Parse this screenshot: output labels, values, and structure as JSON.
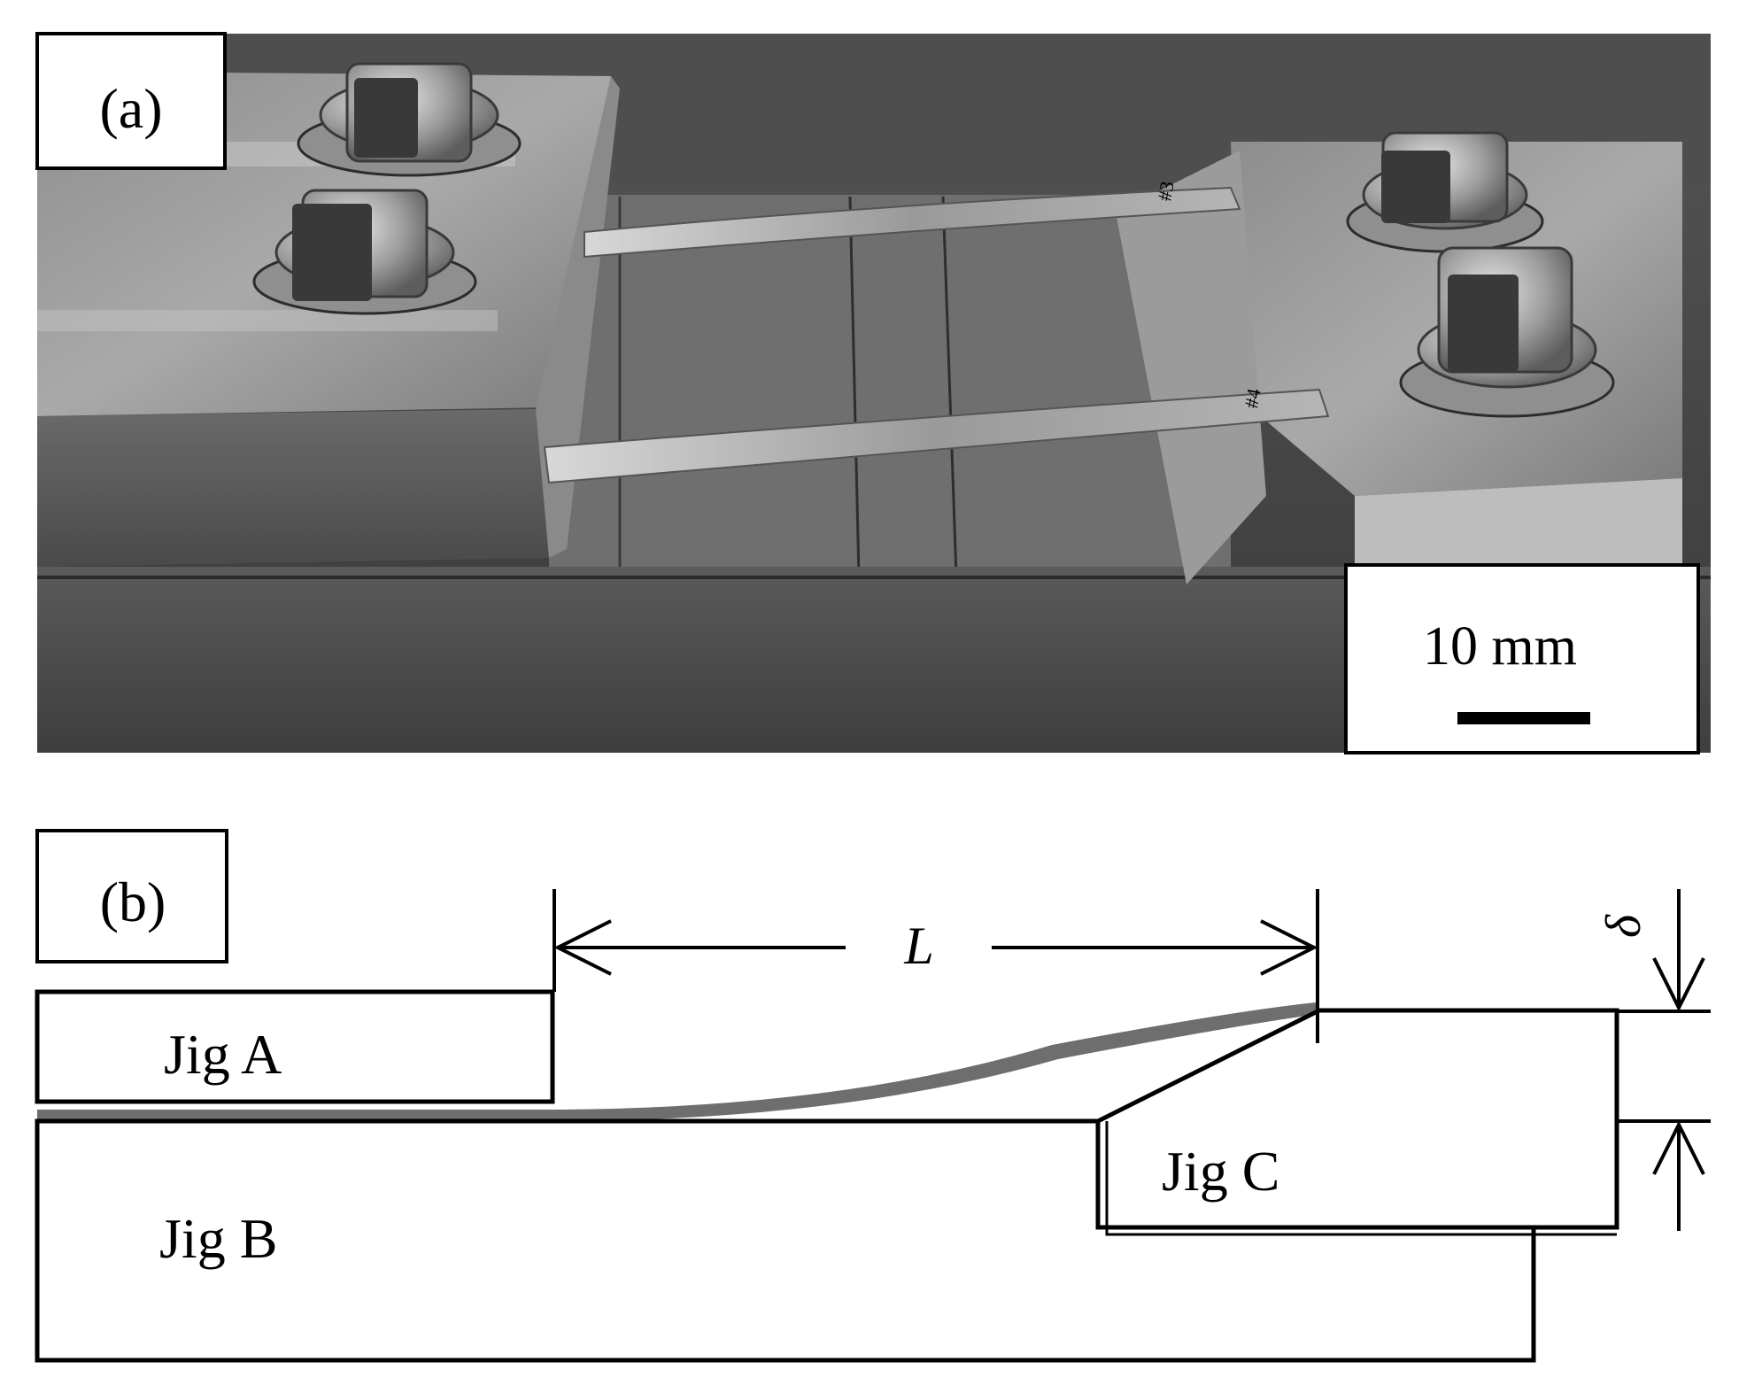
{
  "panel_a": {
    "label": "(a)",
    "scale_bar_label": "10 mm",
    "specimen_marks": [
      "#3",
      "#4"
    ]
  },
  "panel_b": {
    "label": "(b)",
    "length_symbol": "L",
    "deflection_symbol": "δ",
    "jig_a": "Jig A",
    "jig_b": "Jig B",
    "jig_c": "Jig C"
  },
  "colors": {
    "specimen": "#6e6e6e",
    "outline": "#000000",
    "photo_bg": "#3c3c3c"
  }
}
